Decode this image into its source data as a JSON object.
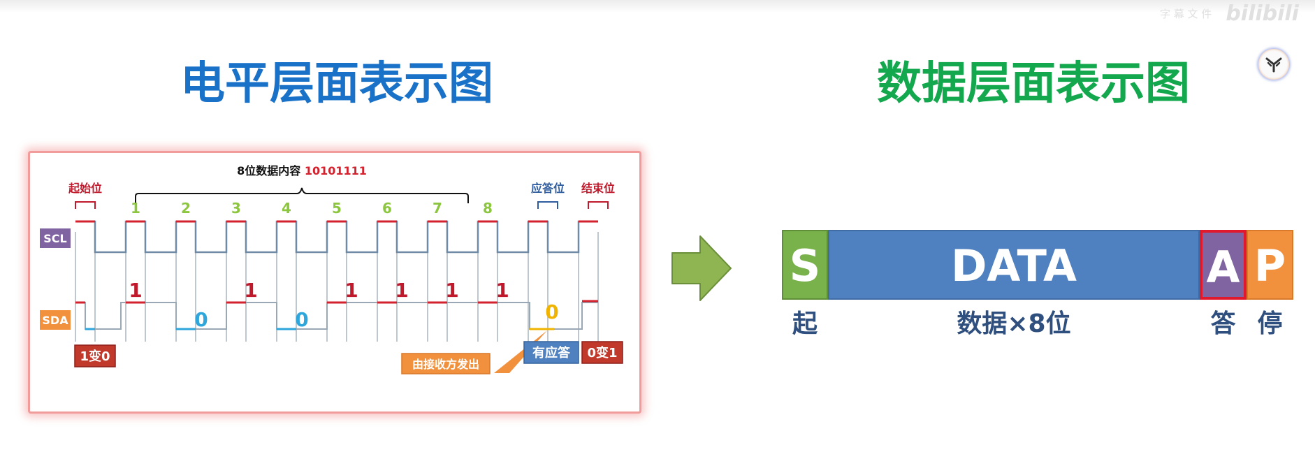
{
  "watermark": {
    "caption": "字 幕 文 件",
    "logo": "bilibili"
  },
  "headings": {
    "level_view": "电平层面表示图",
    "data_view": "数据层面表示图"
  },
  "signal_diagram": {
    "signals": {
      "clock": "SCL",
      "data": "SDA"
    },
    "callouts": {
      "start": "起始位",
      "payload_prefix": "8位数据内容 ",
      "payload_value": "10101111",
      "ack": "应答位",
      "stop": "结束位"
    },
    "bit_indices": [
      "1",
      "2",
      "3",
      "4",
      "5",
      "6",
      "7",
      "8"
    ],
    "bit_values": [
      "1",
      "0",
      "1",
      "0",
      "1",
      "1",
      "1",
      "1"
    ],
    "ack_value": "0",
    "tags": {
      "start_transition": "1变0",
      "receiver_note": "由接收方发出",
      "ack_present": "有应答",
      "stop_transition": "0变1"
    }
  },
  "frame": {
    "segments": {
      "start": "S",
      "data": "DATA",
      "ack": "A",
      "stop": "P"
    },
    "labels": {
      "start": "起",
      "data": "数据×8位",
      "ack": "答",
      "stop": "停"
    }
  },
  "colors": {
    "level_heading": "#1a72c8",
    "data_heading": "#14a84e",
    "high_level": "#d3212d",
    "low_level": "#2ea6dc",
    "bit_index": "#8cc63f",
    "ack_level": "#f0b400"
  }
}
